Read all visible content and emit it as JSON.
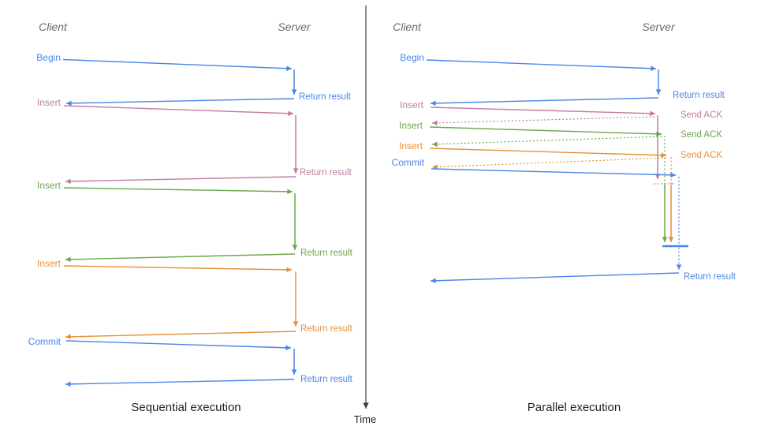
{
  "palette": {
    "blue": "#4a86e8",
    "pink": "#c27ba0",
    "green": "#6aa84f",
    "orange": "#e69138",
    "axis": "#3c4043",
    "header": "#6b6b6b",
    "title": "#1f1f1f"
  },
  "time_axis": {
    "label": "Time"
  },
  "panels": {
    "sequential": {
      "title": "Sequential execution",
      "client_header": "Client",
      "server_header": "Server",
      "messages": [
        {
          "request": "Begin",
          "response": "Return result",
          "color": "blue"
        },
        {
          "request": "Insert",
          "response": "Return result",
          "color": "pink"
        },
        {
          "request": "Insert",
          "response": "Return result",
          "color": "green"
        },
        {
          "request": "Insert",
          "response": "Return result",
          "color": "orange"
        },
        {
          "request": "Commit",
          "response": "Return result",
          "color": "blue"
        }
      ]
    },
    "parallel": {
      "title": "Parallel execution",
      "client_header": "Client",
      "server_header": "Server",
      "messages": [
        {
          "request": "Begin",
          "response": "Return result",
          "color": "blue"
        },
        {
          "request": "Insert",
          "response": "Send ACK",
          "color": "pink"
        },
        {
          "request": "Insert",
          "response": "Send ACK",
          "color": "green"
        },
        {
          "request": "Insert",
          "response": "Send ACK",
          "color": "orange"
        },
        {
          "request": "Commit",
          "response": "Return result",
          "color": "blue"
        }
      ]
    }
  }
}
